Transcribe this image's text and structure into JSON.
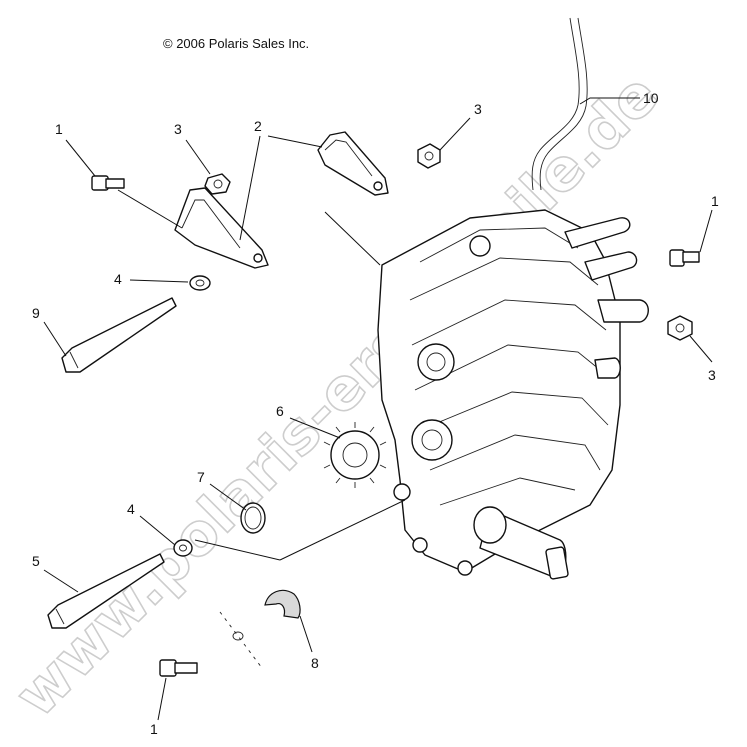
{
  "copyright": "© 2006 Polaris Sales Inc.",
  "watermark": "www.polaris-ersatzteile.de",
  "callouts": [
    "1",
    "3",
    "2",
    "3",
    "10",
    "1",
    "4",
    "9",
    "3",
    "6",
    "7",
    "4",
    "5",
    "8",
    "1"
  ]
}
